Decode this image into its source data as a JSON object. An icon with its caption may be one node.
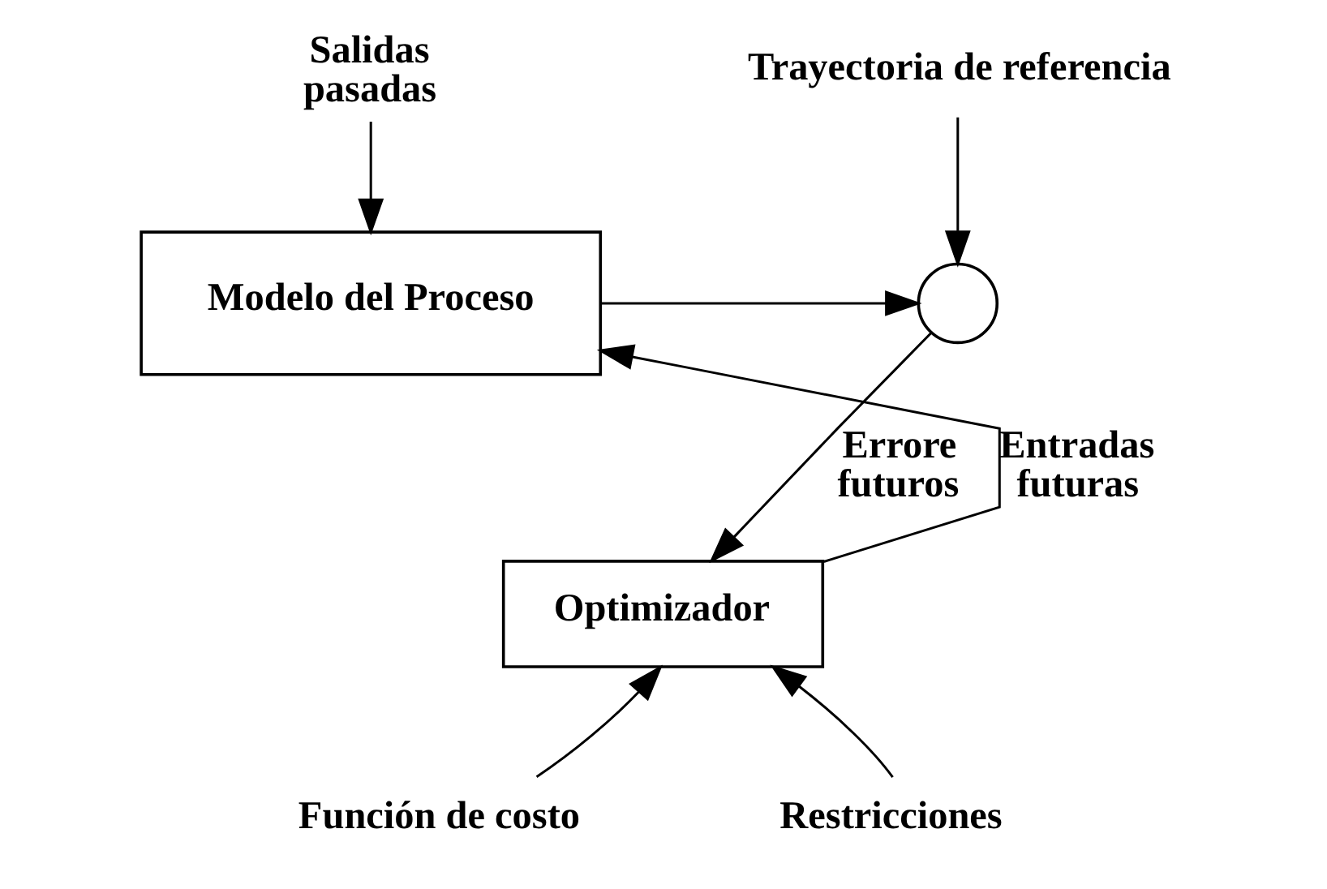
{
  "diagram": {
    "nodes": [
      {
        "text": [
          "Trayectoria de referencia"
        ]
      },
      {
        "text": [
          "Salidas pasadas"
        ]
      },
      {
        "text": [
          "Modelo del Proceso"
        ]
      },
      {
        "text": [],
        "shape": "circle"
      },
      {
        "text": [
          "Optimizador"
        ]
      },
      {
        "text": [
          "Función de costo"
        ]
      },
      {
        "text": [
          "Restricciones"
        ]
      }
    ],
    "edges": [
      {
        "from": 1,
        "to": 2,
        "arrow": "to"
      },
      {
        "from": 2,
        "to": 3,
        "arrow": "to"
      },
      {
        "from": 0,
        "to": 3,
        "arrow": "to"
      },
      {
        "from": 3,
        "to": 4,
        "arrow": "to",
        "label": "Errore futuros"
      },
      {
        "from": 4,
        "to": 2,
        "arrow": "to",
        "label": "Entradas futuras"
      },
      {
        "from": 5,
        "to": 4,
        "arrow": "to"
      },
      {
        "from": 6,
        "to": 4,
        "arrow": "to"
      }
    ]
  }
}
